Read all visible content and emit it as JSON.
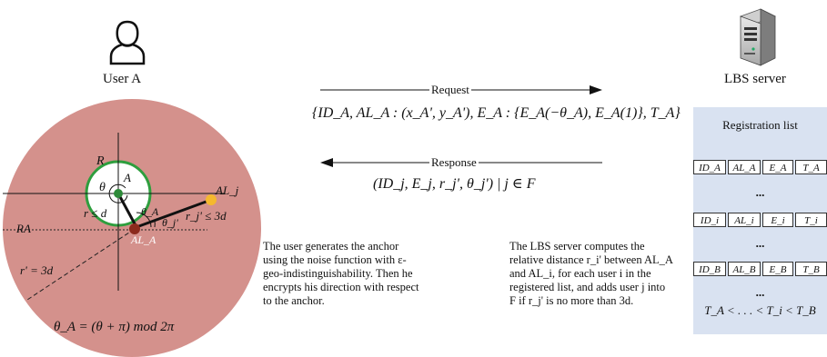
{
  "user": {
    "label": "User A",
    "icon": "user-icon"
  },
  "server": {
    "label": "LBS server",
    "icon": "server-icon"
  },
  "request": {
    "label": "Request",
    "formula": "{ID_A, AL_A : (x_A', y_A'), E_A : {E_A(−θ_A), E_A(1)}, T_A}"
  },
  "response": {
    "label": "Response",
    "formula": "(ID_j, E_j, r_j', θ_j') | j ∈ F"
  },
  "diagram": {
    "R": "R",
    "theta": "θ",
    "A": "A",
    "theta_A": "θ_A",
    "theta_j": "θ_j'",
    "r_le_d": "r ≤ d",
    "rj_le_3d": "r_j' ≤ 3d",
    "RA": "RA",
    "AL_A": "AL_A",
    "AL_j": "AL_j",
    "r_eq_3d": "r' = 3d",
    "theta_A_formula": "θ_A = (θ + π) mod 2π"
  },
  "notes": {
    "user": "The user generates the anchor using the noise function with ε-geo-indistinguishability. Then he encrypts his direction with respect to the anchor.",
    "server": "The LBS server computes the relative distance r_i' between AL_A and AL_i, for each user i in the registered list, and adds user j into F if r_j' is no more than 3d."
  },
  "registration": {
    "title": "Registration list",
    "rows": [
      [
        "ID_A",
        "AL_A",
        "E_A",
        "T_A"
      ],
      [
        "ID_i",
        "AL_i",
        "E_i",
        "T_i"
      ],
      [
        "ID_B",
        "AL_B",
        "E_B",
        "T_B"
      ]
    ],
    "ellipsis": "...",
    "order": "T_A < . . . < T_i < T_B"
  },
  "colors": {
    "big_circle": "#d4918c",
    "inner_circle_border": "#2e9e3e",
    "anchor_dot": "#2e8b3a",
    "user_dot": "#8b2a1c",
    "alj_dot": "#f5b82e",
    "panel": "#d9e2f1"
  }
}
